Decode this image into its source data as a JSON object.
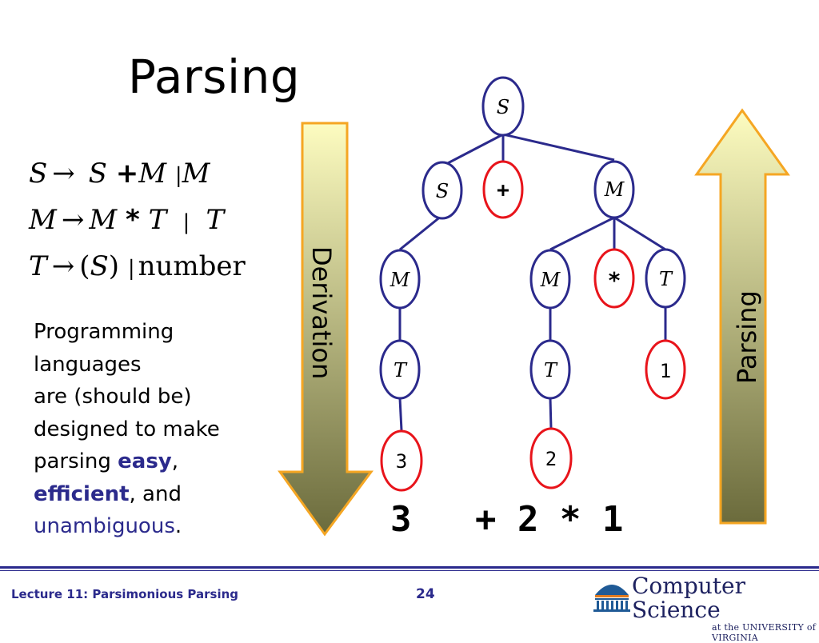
{
  "slide": {
    "title": "Parsing",
    "page_number": "24",
    "footer_title": "Lecture 11: Parsimonious Parsing"
  },
  "grammar": {
    "rule1": {
      "lhs": "S",
      "arrow": "→",
      "a": "S",
      "plus": "+",
      "b": "M",
      "bar": "|",
      "c": "M"
    },
    "rule2": {
      "lhs": "M",
      "arrow": "→",
      "a": "M",
      "star": "*",
      "b": "T",
      "bar": "|",
      "c": "T"
    },
    "rule3": {
      "lhs": "T",
      "arrow": "→",
      "open": "(",
      "a": "S",
      "close": ")",
      "bar": "|",
      "word": "number"
    }
  },
  "description": {
    "line1": "Programming",
    "line2": "languages",
    "line3": "are (should be)",
    "line4": "designed to make",
    "line5_pre": "parsing ",
    "easy": "easy",
    "comma1": ",",
    "efficient": "efficient",
    "and": ", and",
    "unambiguous": "unambiguous",
    "period": "."
  },
  "arrows": {
    "derivation_label": "Derivation",
    "parsing_label": "Parsing"
  },
  "tree": {
    "nodes": {
      "root": "S",
      "s2": "S",
      "plus": "+",
      "m1": "M",
      "m_left": "M",
      "m_mid": "M",
      "star": "*",
      "t_right": "T",
      "t_left": "T",
      "t_mid": "T",
      "one": "1",
      "three": "3",
      "two": "2"
    }
  },
  "expression": "3   + 2 * 1",
  "logo": {
    "main": "Computer Science",
    "sub": "at the UNIVERSITY of VIRGINIA"
  },
  "colors": {
    "node_blue": "#2b2a8c",
    "node_red": "#e8141b",
    "arrow_orange": "#f5a623",
    "footer_blue": "#2b2a8c"
  }
}
